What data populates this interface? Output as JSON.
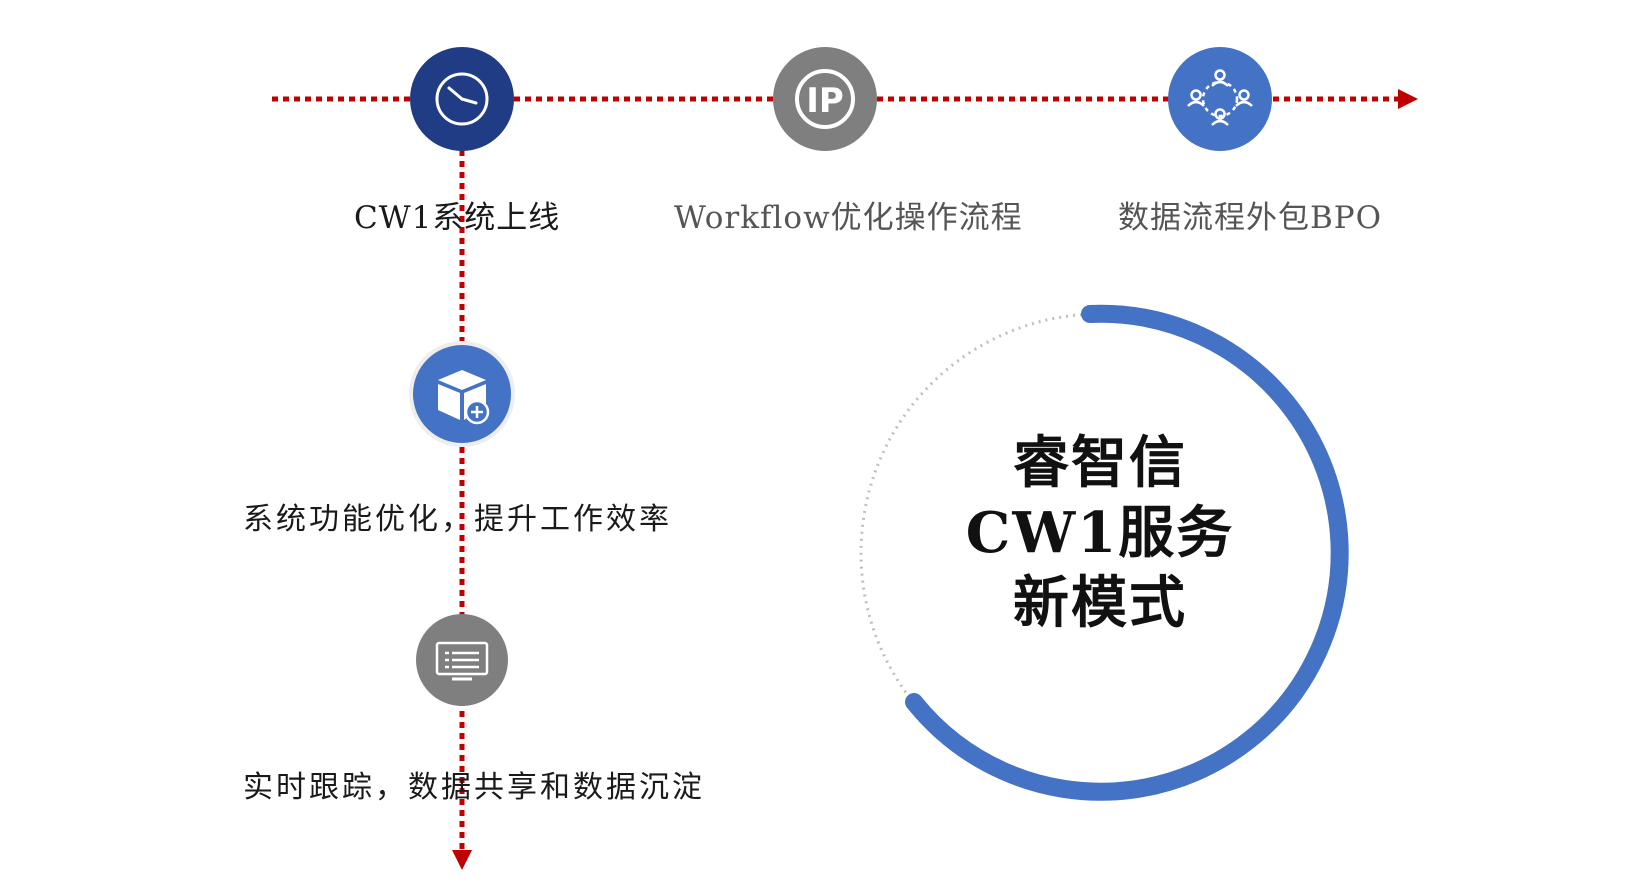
{
  "top_steps": [
    {
      "label": "CW1系统上线",
      "icon": "clock-icon",
      "color": "#1f3c84"
    },
    {
      "label": "Workflow优化操作流程",
      "icon": "ip-icon",
      "color": "#7f7f7f"
    },
    {
      "label": "数据流程外包BPO",
      "icon": "people-network-icon",
      "color": "#4472c4"
    }
  ],
  "side_steps": [
    {
      "label": "系统功能优化，提升工作效率",
      "icon": "box-add-icon",
      "color": "#4472c4"
    },
    {
      "label": "实时跟踪，数据共享和数据沉淀",
      "icon": "monitor-list-icon",
      "color": "#7f7f7f"
    }
  ],
  "center": {
    "line1": "睿智信",
    "line2": "CW1服务",
    "line3": "新模式"
  },
  "colors": {
    "timeline": "#c00000",
    "ring": "#4472c4",
    "ring_track": "#bfbfbf"
  }
}
